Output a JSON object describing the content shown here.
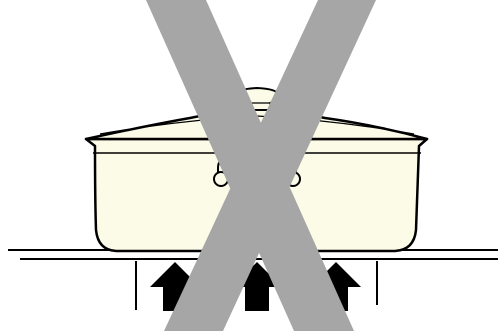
{
  "diagram": {
    "subject": "cookware-placement-warning",
    "elements": [
      {
        "name": "casserole-dish",
        "kind": "illustration"
      },
      {
        "name": "pot-lid",
        "kind": "illustration"
      },
      {
        "name": "lid-knob",
        "kind": "illustration"
      },
      {
        "name": "side-handle",
        "kind": "illustration"
      },
      {
        "name": "cooktop-surface",
        "kind": "illustration"
      },
      {
        "name": "heat-arrow",
        "count": 3,
        "direction": "up"
      },
      {
        "name": "prohibition-cross",
        "kind": "overlay"
      }
    ]
  },
  "colors": {
    "background": "#ffffff",
    "pot_fill": "#fcfbe8",
    "outline": "#000000",
    "cross": "#a6a6a6",
    "arrow": "#000000"
  }
}
